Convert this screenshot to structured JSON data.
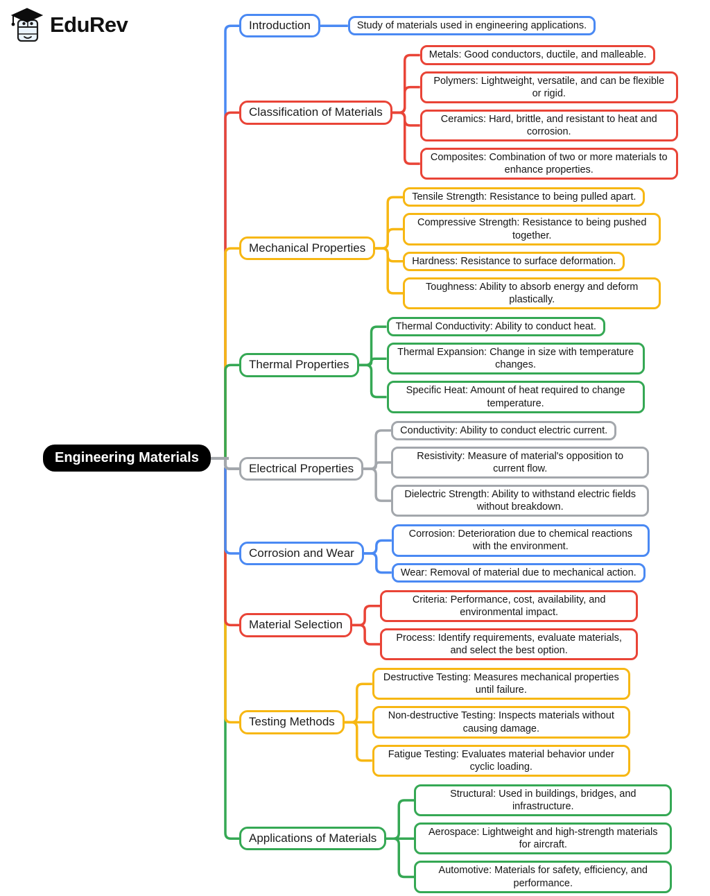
{
  "logo": {
    "brand": "EduRev"
  },
  "root": {
    "label": "Engineering Materials",
    "background": "#000000",
    "text_color": "#ffffff",
    "connector_color": "#a3a7ac"
  },
  "palette": {
    "blue": "#4a89f3",
    "red": "#e94437",
    "yellow": "#f7b713",
    "green": "#35a854",
    "gray": "#a3a7ac"
  },
  "branches": [
    {
      "label": "Introduction",
      "color": "#4a89f3",
      "children": [
        "Study of materials used in engineering applications."
      ]
    },
    {
      "label": "Classification of Materials",
      "color": "#e94437",
      "children": [
        "Metals: Good conductors, ductile, and malleable.",
        "Polymers: Lightweight, versatile, and can be flexible or rigid.",
        "Ceramics: Hard, brittle, and resistant to heat and corrosion.",
        "Composites: Combination of two or more materials to enhance properties."
      ]
    },
    {
      "label": "Mechanical Properties",
      "color": "#f7b713",
      "children": [
        "Tensile Strength: Resistance to being pulled apart.",
        "Compressive Strength: Resistance to being pushed together.",
        "Hardness: Resistance to surface deformation.",
        "Toughness: Ability to absorb energy and deform plastically."
      ]
    },
    {
      "label": "Thermal Properties",
      "color": "#35a854",
      "children": [
        "Thermal Conductivity: Ability to conduct heat.",
        "Thermal Expansion: Change in size with temperature changes.",
        "Specific Heat: Amount of heat required to change temperature."
      ]
    },
    {
      "label": "Electrical Properties",
      "color": "#a3a7ac",
      "children": [
        "Conductivity: Ability to conduct electric current.",
        "Resistivity: Measure of material's opposition to current flow.",
        "Dielectric Strength: Ability to withstand electric fields without breakdown."
      ]
    },
    {
      "label": "Corrosion and Wear",
      "color": "#4a89f3",
      "children": [
        "Corrosion: Deterioration due to chemical reactions with the environment.",
        "Wear: Removal of material due to mechanical action."
      ]
    },
    {
      "label": "Material Selection",
      "color": "#e94437",
      "children": [
        "Criteria: Performance, cost, availability, and environmental impact.",
        "Process: Identify requirements, evaluate materials, and select the best option."
      ]
    },
    {
      "label": "Testing Methods",
      "color": "#f7b713",
      "children": [
        "Destructive Testing: Measures mechanical properties until failure.",
        "Non-destructive Testing: Inspects materials without causing damage.",
        "Fatigue Testing: Evaluates material behavior under cyclic loading."
      ]
    },
    {
      "label": "Applications of Materials",
      "color": "#35a854",
      "children": [
        "Structural: Used in buildings, bridges, and infrastructure.",
        "Aerospace: Lightweight and high-strength materials for aircraft.",
        "Automotive: Materials for safety, efficiency, and performance."
      ]
    }
  ]
}
